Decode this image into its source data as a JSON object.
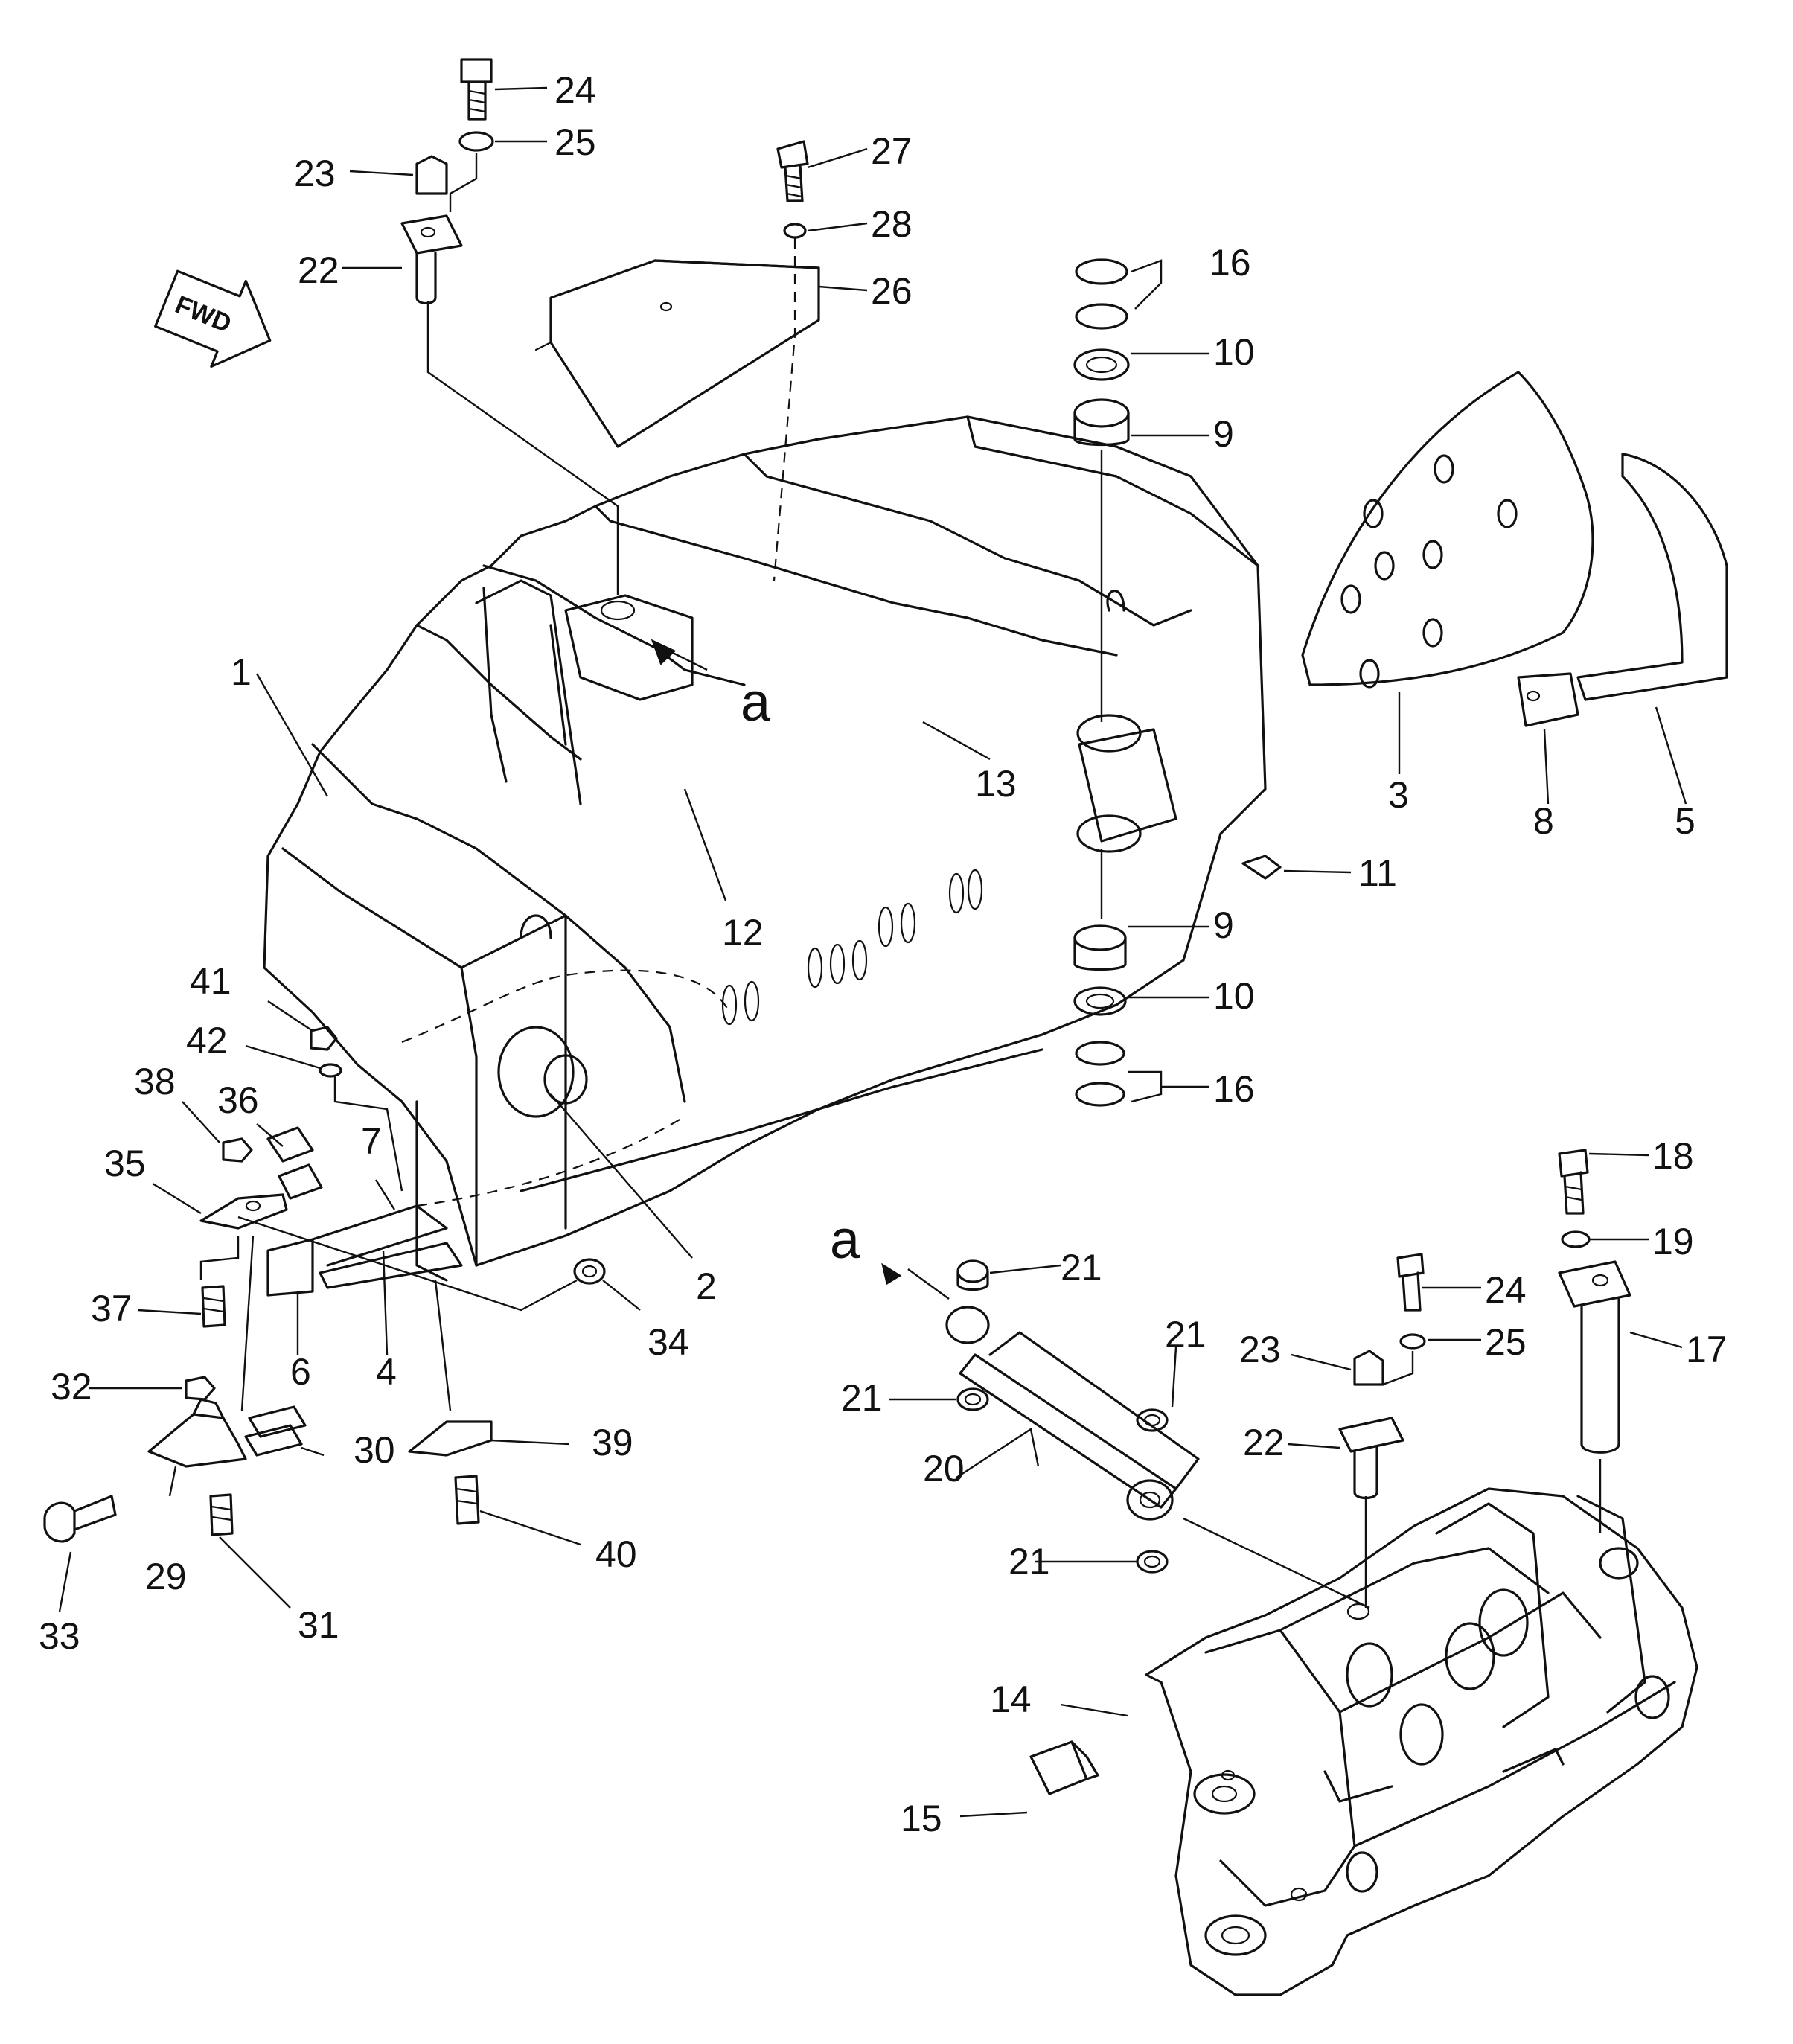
{
  "direction_indicator": {
    "label": "FWD"
  },
  "view_marks": {
    "upper": "a",
    "lower": "a"
  },
  "callouts": [
    "1",
    "2",
    "3",
    "4",
    "5",
    "6",
    "7",
    "8",
    "9",
    "9",
    "10",
    "10",
    "11",
    "12",
    "13",
    "14",
    "15",
    "16",
    "16",
    "17",
    "18",
    "19",
    "20",
    "21",
    "21",
    "21",
    "21",
    "22",
    "22",
    "23",
    "23",
    "24",
    "24",
    "25",
    "25",
    "26",
    "27",
    "28",
    "29",
    "30",
    "31",
    "32",
    "33",
    "34",
    "35",
    "36",
    "37",
    "38",
    "39",
    "40",
    "41",
    "42"
  ]
}
